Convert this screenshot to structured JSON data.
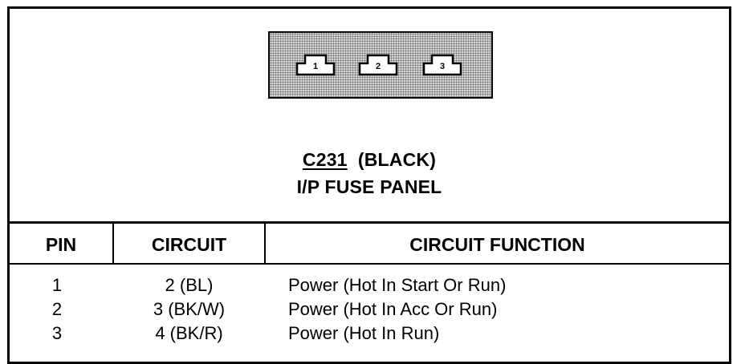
{
  "connector": {
    "id": "C231",
    "color": "(BLACK)",
    "location": "I/P FUSE PANEL",
    "pins": [
      "1",
      "2",
      "3"
    ]
  },
  "table": {
    "headers": [
      "PIN",
      "CIRCUIT",
      "CIRCUIT FUNCTION"
    ],
    "rows": [
      [
        "1",
        "2 (BL)",
        "Power (Hot In Start Or Run)"
      ],
      [
        "2",
        "3 (BK/W)",
        "Power (Hot In Acc Or Run)"
      ],
      [
        "3",
        "4 (BK/R)",
        "Power (Hot In Run)"
      ]
    ]
  }
}
